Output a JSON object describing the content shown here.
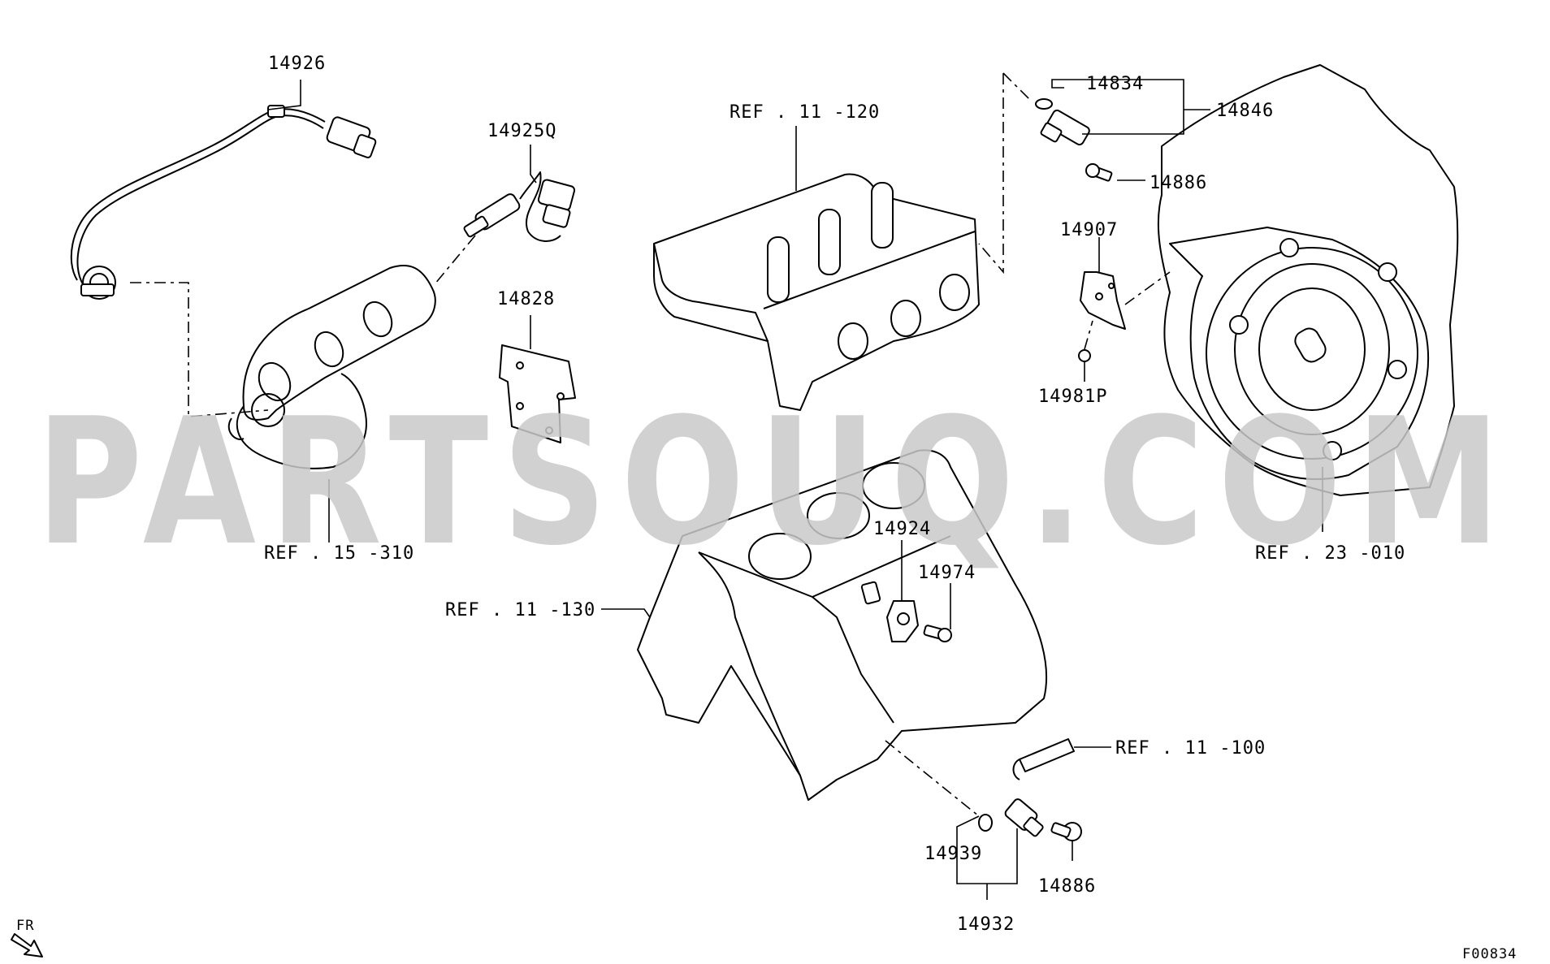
{
  "watermark": "PARTSOUQ.COM",
  "labels": {
    "p14926": "14926",
    "p14925q": "14925Q",
    "p14828": "14828",
    "ref_11_120": "REF . 11 -120",
    "p14834": "14834",
    "p14846": "14846",
    "p14886_top": "14886",
    "p14907": "14907",
    "p14981p": "14981P",
    "ref_15_310": "REF . 15 -310",
    "ref_23_010": "REF . 23 -010",
    "p14924": "14924",
    "p14974": "14974",
    "ref_11_130": "REF . 11 -130",
    "ref_11_100": "REF . 11 -100",
    "p14939": "14939",
    "p14886_bottom": "14886",
    "p14932": "14932",
    "fr": "FR",
    "code": "F00834"
  },
  "icons": [
    "fr-direction-arrow-icon"
  ]
}
